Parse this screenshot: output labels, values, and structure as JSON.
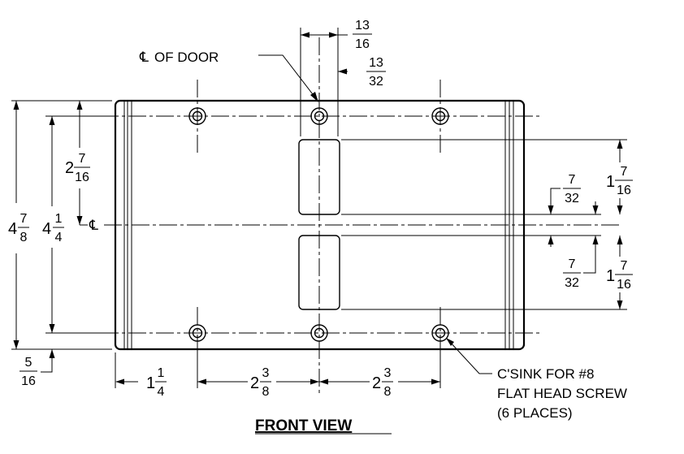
{
  "labels": {
    "cl_of_door": "OF DOOR",
    "cl_symbol": "℄",
    "title": "FRONT VIEW",
    "note_line1": "C'SINK FOR #8",
    "note_line2": "FLAT HEAD SCREW",
    "note_line3": "(6 PLACES)"
  },
  "dims": {
    "door_width": {
      "num": "13",
      "den": "16"
    },
    "door_offset": {
      "num": "13",
      "den": "32"
    },
    "hole_to_cl": {
      "whole": "2",
      "num": "7",
      "den": "16"
    },
    "overall_height": {
      "whole": "4",
      "num": "7",
      "den": "8"
    },
    "hole_spacing_v": {
      "whole": "4",
      "num": "1",
      "den": "4"
    },
    "bottom_margin": {
      "num": "5",
      "den": "16"
    },
    "left_margin": {
      "whole": "1",
      "num": "1",
      "den": "4"
    },
    "hole_spacing_h1": {
      "whole": "2",
      "num": "3",
      "den": "8"
    },
    "hole_spacing_h2": {
      "whole": "2",
      "num": "3",
      "den": "8"
    },
    "slot_height_top": {
      "whole": "1",
      "num": "7",
      "den": "16"
    },
    "slot_gap_top": {
      "num": "7",
      "den": "32"
    },
    "slot_gap_bottom": {
      "num": "7",
      "den": "32"
    },
    "slot_height_bottom": {
      "whole": "1",
      "num": "7",
      "den": "16"
    }
  }
}
